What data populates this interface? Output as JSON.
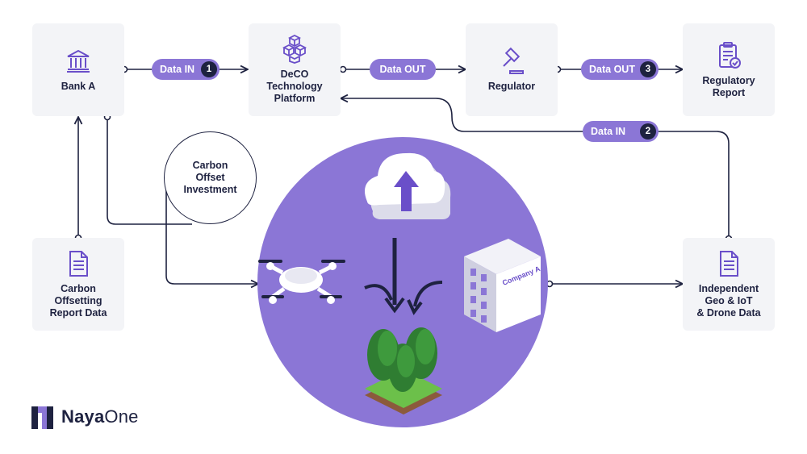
{
  "nodes": {
    "bank_a": {
      "label": "Bank A",
      "icon": "bank-icon"
    },
    "deco": {
      "label": "DeCO\nTechnology\nPlatform",
      "icon": "cubes-icon"
    },
    "regulator": {
      "label": "Regulator",
      "icon": "gavel-icon"
    },
    "regulatory_report": {
      "label": "Regulatory\nReport",
      "icon": "clipboard-check-icon"
    },
    "carbon_report": {
      "label": "Carbon\nOffsetting\nReport Data",
      "icon": "document-icon"
    },
    "independent_data": {
      "label": "Independent\nGeo & IoT\n& Drone Data",
      "icon": "document-icon"
    }
  },
  "flows": [
    {
      "label": "Data IN",
      "step": "1"
    },
    {
      "label": "Data OUT",
      "step": ""
    },
    {
      "label": "Data OUT",
      "step": "3"
    },
    {
      "label": "Data IN",
      "step": "2"
    }
  ],
  "bubble": {
    "label": "Carbon\nOffset\nInvestment"
  },
  "illustration": {
    "building_sign": "Company A",
    "elements": [
      "drone",
      "cloud-upload",
      "building",
      "forest"
    ],
    "circle_color": "#8b76d6"
  },
  "brand": {
    "first": "Naya",
    "second": "One"
  },
  "colors": {
    "accent": "#8b76d6",
    "dark": "#1e2240",
    "box": "#f3f4f7"
  }
}
